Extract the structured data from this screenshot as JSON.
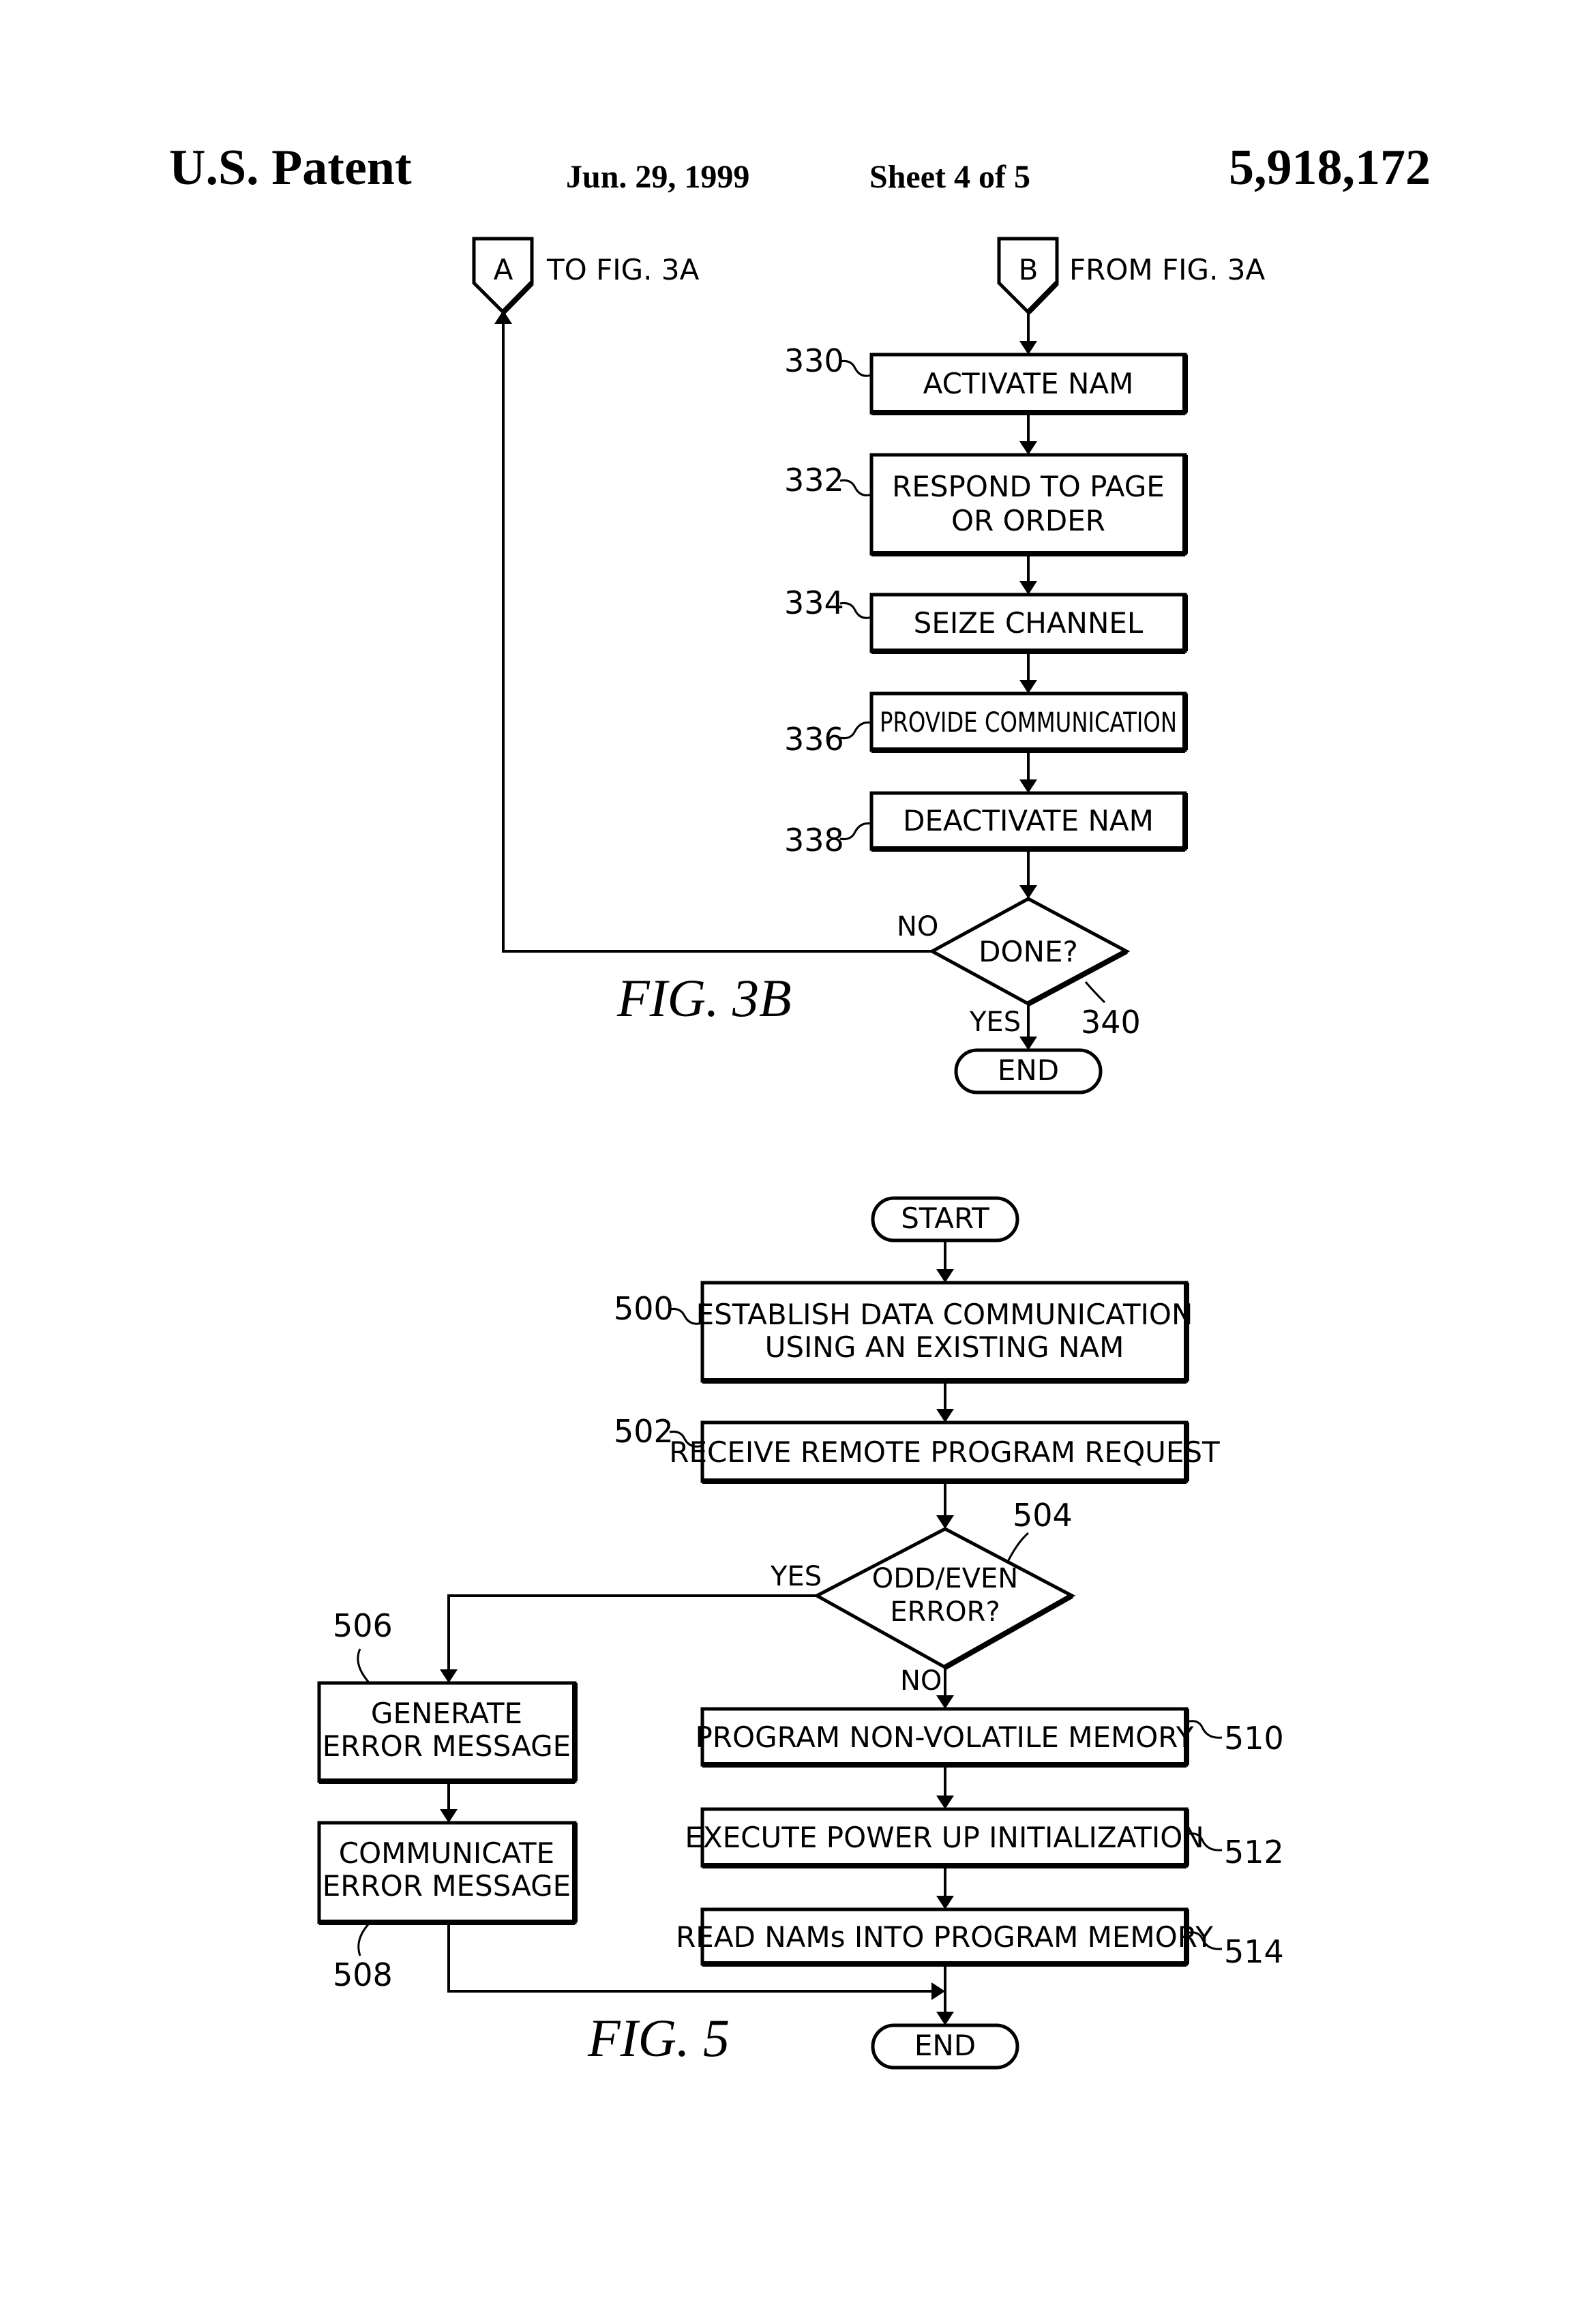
{
  "header": {
    "patent_label": "U.S. Patent",
    "date": "Jun. 29, 1999",
    "sheet": "Sheet 4 of 5",
    "patent_number": "5,918,172"
  },
  "fig3b": {
    "connector_a": {
      "letter": "A",
      "note": "TO FIG. 3A"
    },
    "connector_b": {
      "letter": "B",
      "note": "FROM FIG. 3A"
    },
    "steps": [
      {
        "ref": "330",
        "lines": [
          "ACTIVATE NAM"
        ]
      },
      {
        "ref": "332",
        "lines": [
          "RESPOND TO PAGE",
          "OR ORDER"
        ]
      },
      {
        "ref": "334",
        "lines": [
          "SEIZE CHANNEL"
        ]
      },
      {
        "ref": "336",
        "lines": [
          "PROVIDE COMMUNICATION"
        ]
      },
      {
        "ref": "338",
        "lines": [
          "DEACTIVATE NAM"
        ]
      }
    ],
    "decision": {
      "ref": "340",
      "text": "DONE?",
      "no_label": "NO",
      "yes_label": "YES"
    },
    "end_label": "END",
    "caption": "FIG. 3B"
  },
  "fig5": {
    "start_label": "START",
    "steps": [
      {
        "ref": "500",
        "lines": [
          "ESTABLISH DATA COMMUNICATION",
          "USING AN EXISTING NAM"
        ]
      },
      {
        "ref": "502",
        "lines": [
          "RECEIVE REMOTE PROGRAM REQUEST"
        ]
      }
    ],
    "decision": {
      "ref": "504",
      "lines": [
        "ODD/EVEN",
        "ERROR?"
      ],
      "yes_label": "YES",
      "no_label": "NO"
    },
    "error_steps": [
      {
        "ref": "506",
        "lines": [
          "GENERATE",
          "ERROR MESSAGE"
        ]
      },
      {
        "ref": "508",
        "lines": [
          "COMMUNICATE",
          "ERROR MESSAGE"
        ]
      }
    ],
    "ok_steps": [
      {
        "ref": "510",
        "lines": [
          "PROGRAM NON-VOLATILE MEMORY"
        ]
      },
      {
        "ref": "512",
        "lines": [
          "EXECUTE POWER UP INITIALIZATION"
        ]
      },
      {
        "ref": "514",
        "lines": [
          "READ NAMs INTO PROGRAM MEMORY"
        ]
      }
    ],
    "end_label": "END",
    "caption": "FIG. 5"
  }
}
